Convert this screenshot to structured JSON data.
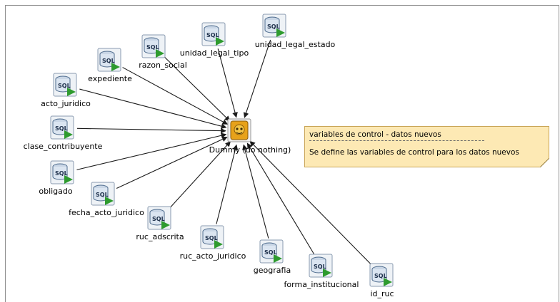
{
  "center": {
    "label": "Dummy (do nothing)",
    "icon": "dummy-step-icon"
  },
  "steps": [
    {
      "id": "acto_juridico",
      "label": "acto_juridico",
      "icon": "sql-table-input-icon"
    },
    {
      "id": "expediente",
      "label": "expediente",
      "icon": "sql-table-input-icon"
    },
    {
      "id": "razon_social",
      "label": "razon_social",
      "icon": "sql-table-input-icon"
    },
    {
      "id": "unidad_legal_tipo",
      "label": "unidad_legal_tipo",
      "icon": "sql-table-input-icon"
    },
    {
      "id": "unidad_legal_estado",
      "label": "unidad_legal_estado",
      "icon": "sql-table-input-icon"
    },
    {
      "id": "clase_contribuyente",
      "label": "clase_contribuyente",
      "icon": "sql-table-input-icon"
    },
    {
      "id": "obligado",
      "label": "obligado",
      "icon": "sql-table-input-icon"
    },
    {
      "id": "fecha_acto_juridico",
      "label": "fecha_acto_juridico",
      "icon": "sql-table-input-icon"
    },
    {
      "id": "ruc_adscrita",
      "label": "ruc_adscrita",
      "icon": "sql-table-input-icon"
    },
    {
      "id": "ruc_acto_juridico",
      "label": "ruc_acto_juridico",
      "icon": "sql-table-input-icon"
    },
    {
      "id": "geografia",
      "label": "geografia",
      "icon": "sql-table-input-icon"
    },
    {
      "id": "forma_institucional",
      "label": "forma_institucional",
      "icon": "sql-table-input-icon"
    },
    {
      "id": "id_ruc",
      "label": "id_ruc",
      "icon": "sql-table-input-icon"
    }
  ],
  "note": {
    "title": "variables de control - datos nuevos",
    "body": "Se define las variables de control para los datos nuevos"
  },
  "colors": {
    "hop": "#1a1a1a",
    "note_bg": "#fde9b4",
    "icon_green": "#2e9b2e"
  }
}
